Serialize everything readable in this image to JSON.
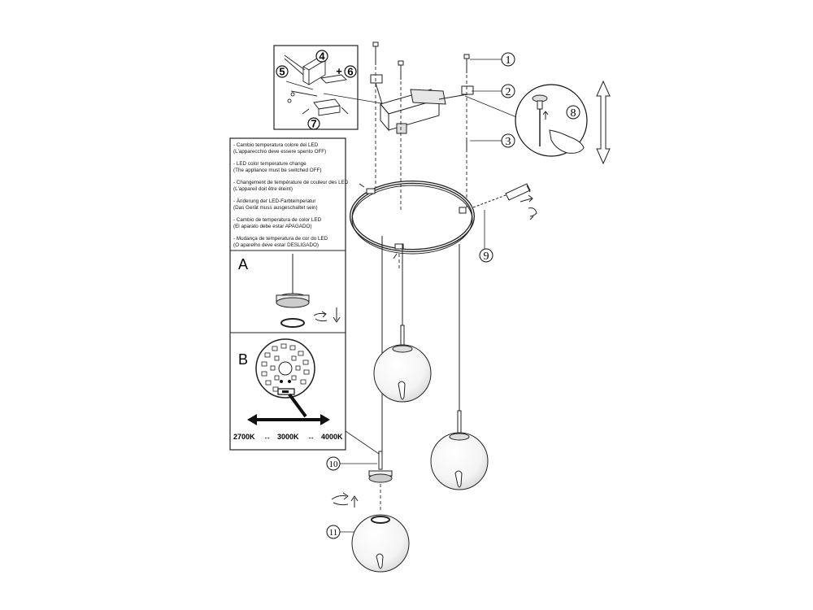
{
  "callouts": [
    "1",
    "2",
    "3",
    "8",
    "9",
    "10",
    "11"
  ],
  "detail_box": {
    "numbers": [
      "4",
      "5",
      "6",
      "7"
    ],
    "plus": "+"
  },
  "instructions": [
    {
      "line1": "- Cambio temperatura colore dei LED",
      "line2": "(L'apparecchio deve essere spento OFF)"
    },
    {
      "line1": "- LED color temperature change",
      "line2": "(The appliance must be switched OFF)"
    },
    {
      "line1": "- Changement de température de couleur des LED",
      "line2": "(L'appareil doit être éteint)"
    },
    {
      "line1": "- Änderung der LED-Farbtemperatur",
      "line2": "(Das Gerät muss ausgeschaltet sein)"
    },
    {
      "line1": "- Cambio de temperatura de color LED",
      "line2": "(El aparato debe estar APAGADO)"
    },
    {
      "line1": "- Mudança de temperatura de cor do LED",
      "line2": "(O aparelho deve estar DESLIGADO)"
    }
  ],
  "panels": {
    "a": "A",
    "b": "B"
  },
  "temperatures": {
    "t1": "2700K",
    "t2": "3000K",
    "t3": "4000K",
    "arrow": "↔"
  }
}
